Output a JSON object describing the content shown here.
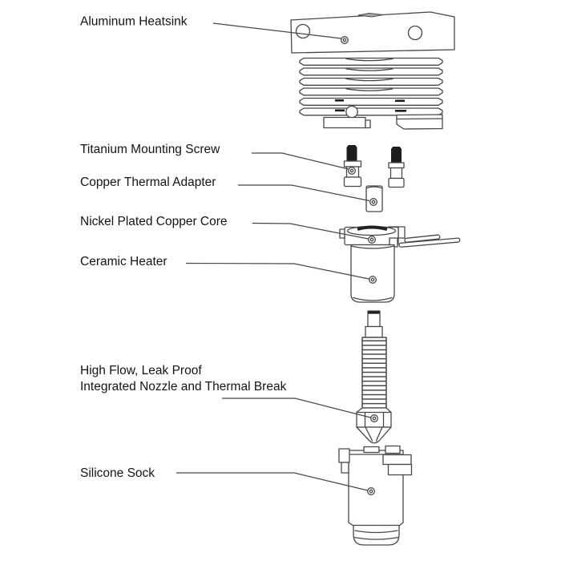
{
  "diagram": {
    "kind": "exploded-view technical illustration",
    "subject": "3D printer hotend assembly",
    "background": "#ffffff",
    "colors": {
      "line": "#474747",
      "dark_fill": "#1d1d1d",
      "text": "#141414"
    },
    "labels": {
      "heatsink": {
        "text": "Aluminum Heatsink"
      },
      "screw": {
        "text": "Titanium Mounting Screw"
      },
      "adapter": {
        "text": "Copper Thermal Adapter"
      },
      "core": {
        "text": "Nickel Plated Copper Core"
      },
      "heater": {
        "text": "Ceramic Heater"
      },
      "nozzle": {
        "line1": "High Flow, Leak Proof",
        "line2": "Integrated Nozzle and Thermal Break"
      },
      "sock": {
        "text": "Silicone Sock"
      }
    },
    "parts": [
      "Aluminum Heatsink",
      "Titanium Mounting Screw",
      "Copper Thermal Adapter",
      "Nickel Plated Copper Core",
      "Ceramic Heater",
      "High Flow, Leak Proof Integrated Nozzle and Thermal Break",
      "Silicone Sock"
    ]
  }
}
